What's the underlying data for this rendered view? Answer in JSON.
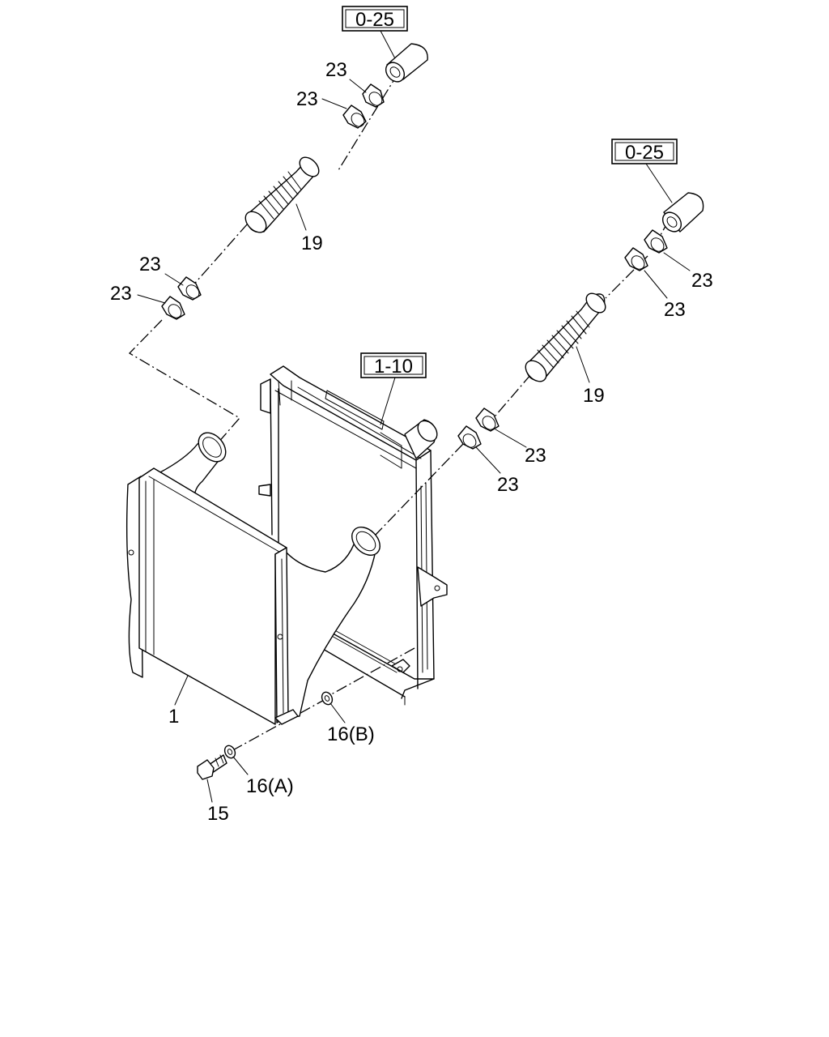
{
  "reference_boxes": {
    "top": "0-25",
    "right": "0-25",
    "radiator": "1-10"
  },
  "labels": {
    "clamp_top_a": "23",
    "clamp_top_b": "23",
    "hose_left": "19",
    "clamp_left_a": "23",
    "clamp_left_b": "23",
    "clamp_right_top_a": "23",
    "clamp_right_top_b": "23",
    "hose_right": "19",
    "clamp_right_low_a": "23",
    "clamp_right_low_b": "23",
    "intercooler": "1",
    "washer_b": "16(B)",
    "washer_a": "16(A)",
    "bolt": "15"
  }
}
